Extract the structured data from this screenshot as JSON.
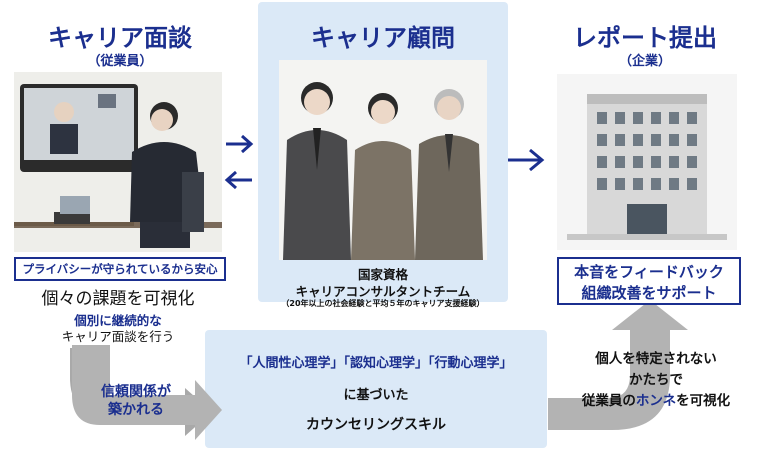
{
  "left": {
    "title": "キャリア面談",
    "subtitle": "（従業員）",
    "privacy": "プライバシーが守られているから安心",
    "visualize": "個々の課題を可視化",
    "individual_blue": "個別に継続的な",
    "individual_black": "キャリア面談を行う"
  },
  "center": {
    "title": "キャリア顧問",
    "cert": "国家資格",
    "team": "キャリアコンサルタントチーム",
    "experience": "（20年以上の社会経験と平均５年のキャリア支援経験）"
  },
  "right": {
    "title": "レポート提出",
    "subtitle": "（企業）",
    "box_line1": "本音をフィードバック",
    "box_line2": "組織改善をサポート"
  },
  "bottom": {
    "line1": "「人間性心理学」「認知心理学」「行動心理学」",
    "line2": "に基づいた",
    "line3": "カウンセリングスキル"
  },
  "trust": {
    "line1": "信頼関係が",
    "line2": "築かれる"
  },
  "anonymous": {
    "line1": "個人を特定されない",
    "line2": "かたちで",
    "line3_a": "従業員の",
    "line3_b": "ホンネ",
    "line3_c": "を可視化"
  },
  "colors": {
    "accent": "#1b2f8f",
    "panel": "#dbe9f7",
    "gray_arrow": "#a9a9a9"
  }
}
